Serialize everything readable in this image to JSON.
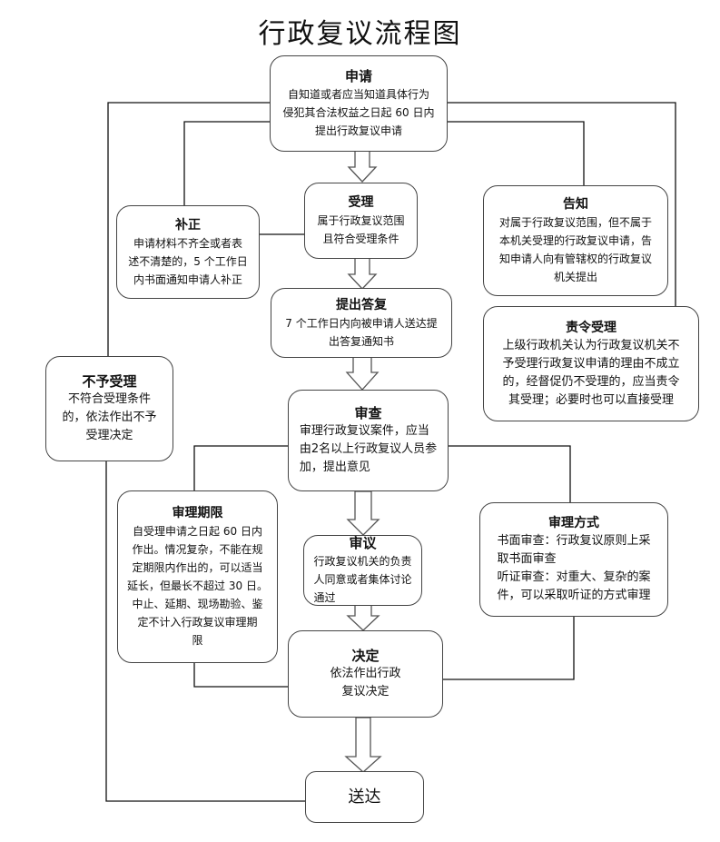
{
  "title": "行政复议流程图",
  "nodes": {
    "apply": {
      "heading": "申请",
      "body": "自知道或者应当知道具体行为\n侵犯其合法权益之日起 60 日内\n提出行政复议申请"
    },
    "accept": {
      "heading": "受理",
      "body": "属于行政复议范围\n且符合受理条件"
    },
    "supplement": {
      "heading": "补正",
      "body": "申请材料不齐全或者表\n述不清楚的，5 个工作日\n内书面通知申请人补正"
    },
    "notify": {
      "heading": "告知",
      "body": "对属于行政复议范围，但不属于\n本机关受理的行政复议申请，告\n知申请人向有管辖权的行政复议\n机关提出"
    },
    "reply": {
      "heading": "提出答复",
      "body": "7 个工作日内向被申请人送达提\n出答复通知书"
    },
    "order_accept": {
      "heading": "责令受理",
      "body": "上级行政机关认为行政复议机关不\n予受理行政复议申请的理由不成立\n的，经督促仍不受理的，应当责令\n其受理；必要时也可以直接受理"
    },
    "reject": {
      "heading": "不予受理",
      "body": "不符合受理条件\n的，依法作出不予\n受理决定"
    },
    "review": {
      "heading": "审查",
      "body": "审理行政复议案件，应当\n由2名以上行政复议人员参\n加，提出意见"
    },
    "period": {
      "heading": "审理期限",
      "body": "自受理申请之日起 60 日内\n作出。情况复杂，不能在规\n定期限内作出的，可以适当\n延长，但最长不超过 30 日。\n中止、延期、现场勘验、鉴\n定不计入行政复议审理期\n限"
    },
    "deliberate": {
      "heading": "审议",
      "body": "行政复议机关的负责\n人同意或者集体讨论\n通过"
    },
    "method": {
      "heading": "审理方式",
      "body": "书面审查：行政复议原则上采\n取书面审查\n听证审查：对重大、复杂的案\n件，可以采取听证的方式审理"
    },
    "decision": {
      "heading": "决定",
      "body": "依法作出行政\n复议决定"
    },
    "deliver": {
      "heading": "送达"
    }
  }
}
